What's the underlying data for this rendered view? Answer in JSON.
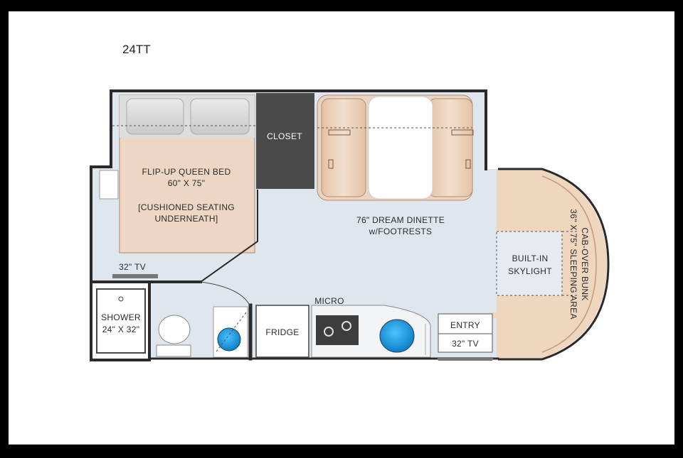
{
  "model": "24TT",
  "labels": {
    "bed_line1": "FLIP-UP QUEEN BED",
    "bed_line2": "60\" X 75\"",
    "bed_line3": "[CUSHIONED SEATING",
    "bed_line4": "UNDERNEATH]",
    "closet": "CLOSET",
    "dinette_line1": "76\" DREAM DINETTE",
    "dinette_line2": "w/FOOTRESTS",
    "bunk_line1": "CAB-OVER BUNK",
    "bunk_line2": "36\" X 75\" SLEEPING AREA",
    "skylight_line1": "BUILT-IN",
    "skylight_line2": "SKYLIGHT",
    "tv_bedroom": "32\" TV",
    "shower_line1": "SHOWER",
    "shower_line2": "24\" X 32\"",
    "fridge": "FRIDGE",
    "micro": "MICRO",
    "entry": "ENTRY",
    "tv_entry": "32\" TV"
  },
  "colors": {
    "frame": "#000000",
    "page": "#ffffff",
    "floor": "#dfe6ee",
    "wall": "#2a2a2a",
    "bed": "#edd7c4",
    "closet": "#4a4a4a",
    "dinette": "#ecd5c0",
    "cab": "#efd6bf",
    "sink": "#1f9be0"
  }
}
